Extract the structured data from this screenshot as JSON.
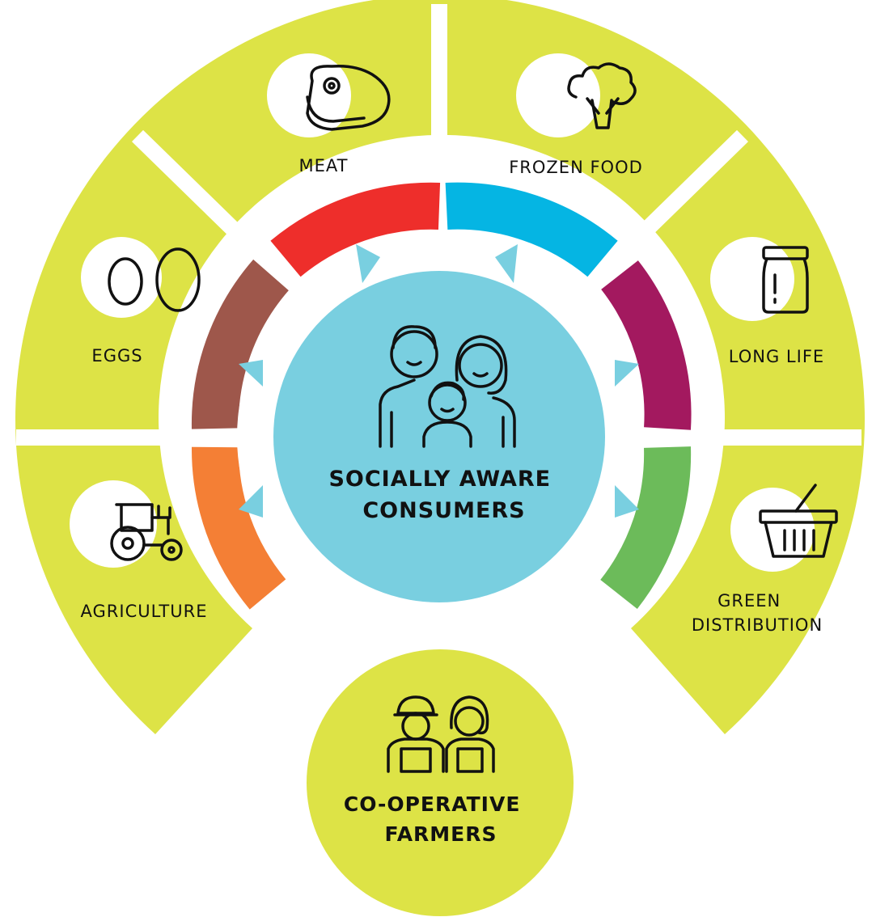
{
  "colors": {
    "outer_ring": "#dde346",
    "ring_separator": "#ffffff",
    "center_circle": "#79cfe0",
    "icon_bubble": "#ffffff",
    "text": "#111111"
  },
  "segments": [
    {
      "id": "meat",
      "label": "MEAT",
      "icon": "steak-icon",
      "arc_color": "#ee2e2b"
    },
    {
      "id": "frozen",
      "label": "FROZEN FOOD",
      "icon": "broccoli-icon",
      "arc_color": "#05b5e3"
    },
    {
      "id": "longlife",
      "label": "LONG LIFE",
      "icon": "jar-icon",
      "arc_color": "#a3195f"
    },
    {
      "id": "green",
      "label_lines": [
        "GREEN",
        "DISTRIBUTION"
      ],
      "icon": "basket-icon",
      "arc_color": "#6cbb5a"
    },
    {
      "id": "agriculture",
      "label": "AGRICULTURE",
      "icon": "tractor-icon",
      "arc_color": "#f47f35"
    },
    {
      "id": "eggs",
      "label": "EGGS",
      "icon": "eggs-icon",
      "arc_color": "#9e574b"
    }
  ],
  "center": {
    "title_lines": [
      "SOCIALLY AWARE",
      "CONSUMERS"
    ],
    "icon": "family-icon"
  },
  "farmers": {
    "title_lines": [
      "CO-OPERATIVE",
      "FARMERS"
    ],
    "icon": "farmers-icon"
  }
}
